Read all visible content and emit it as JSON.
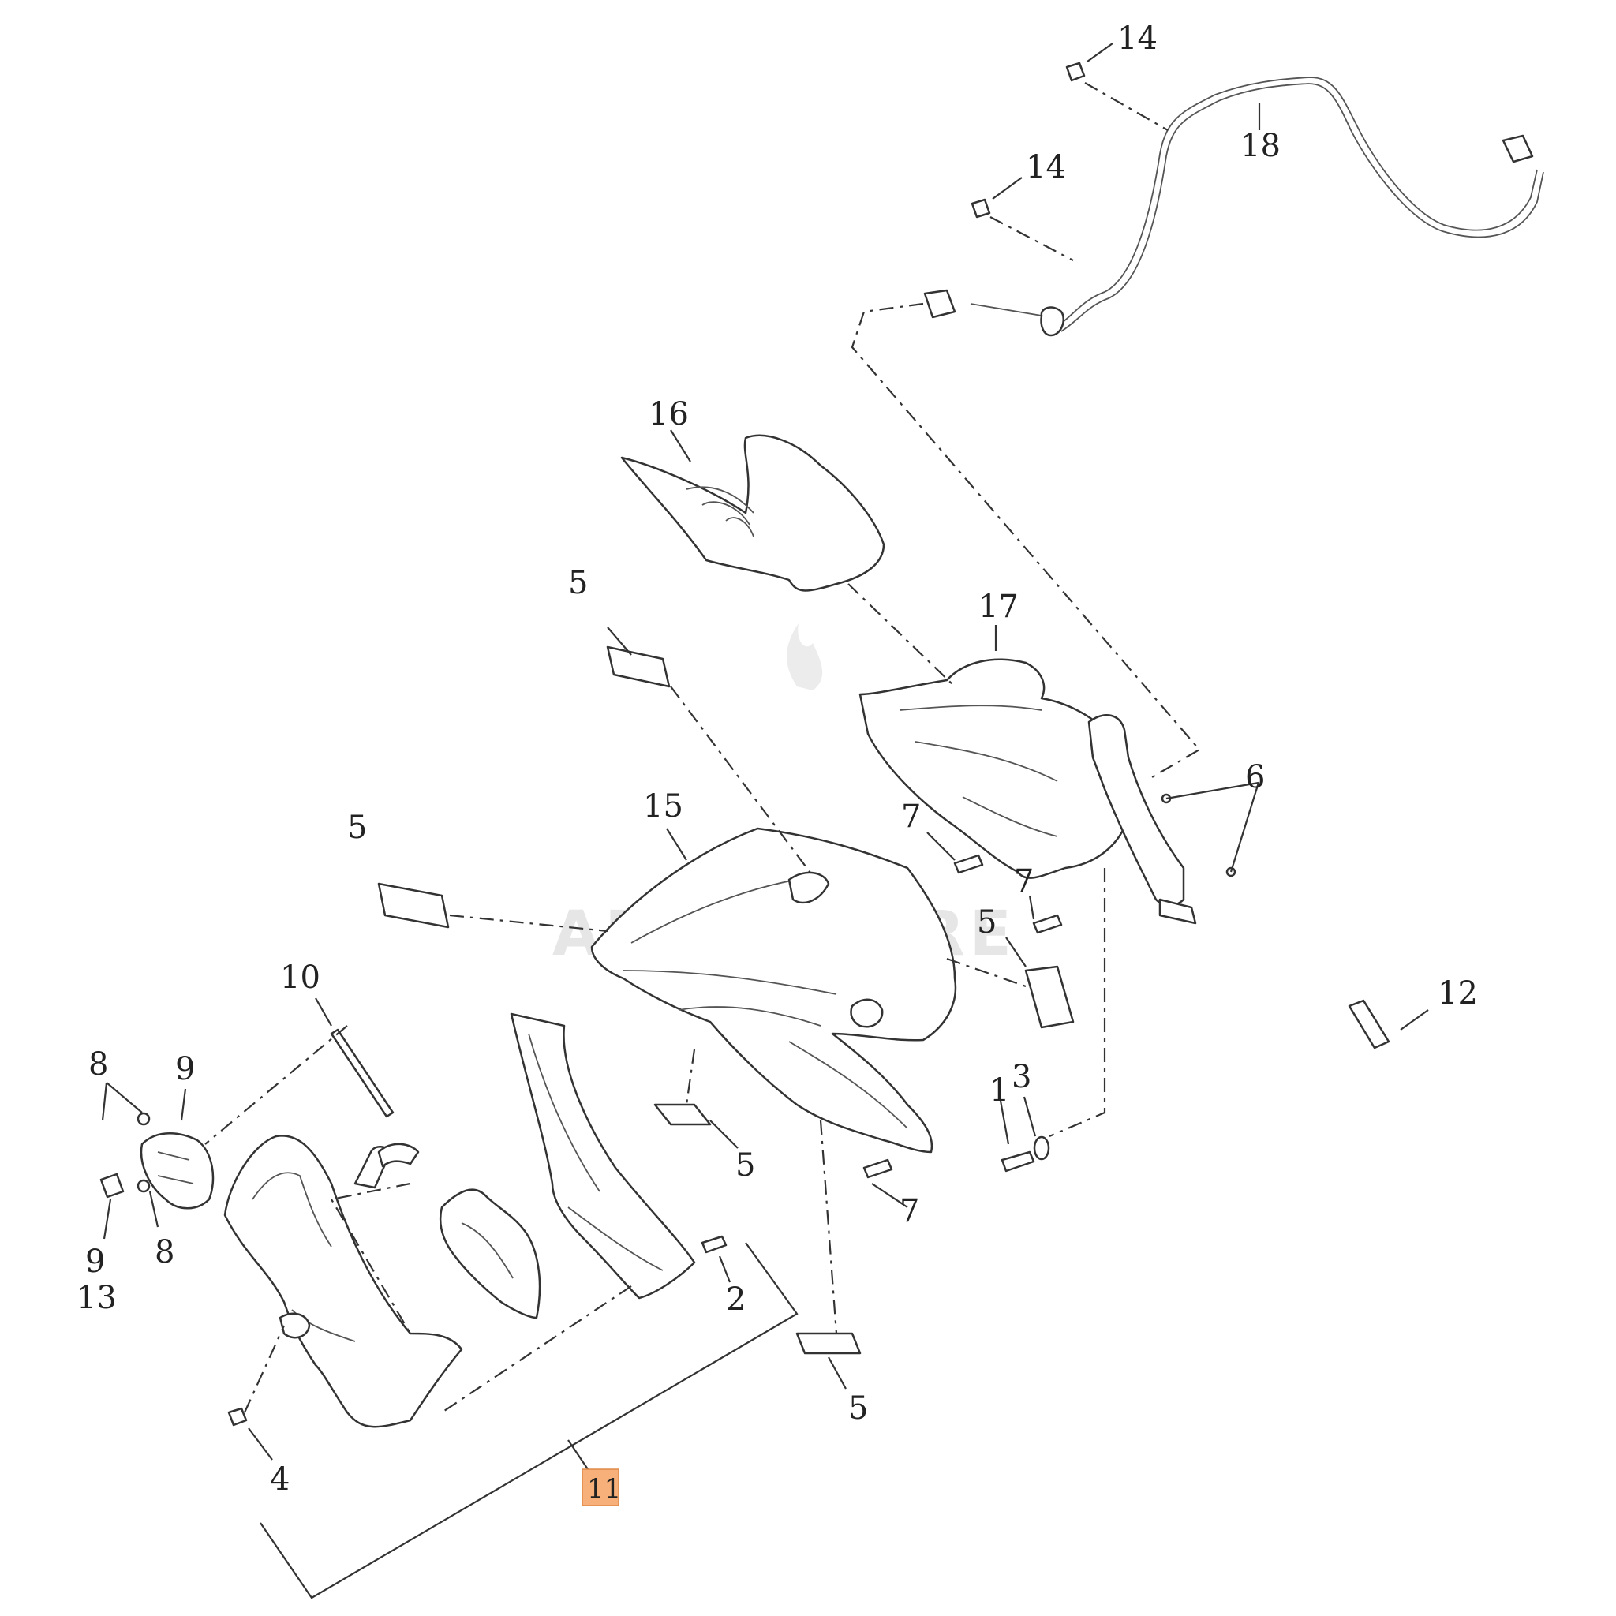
{
  "diagram": {
    "watermark": "ADVENTURE",
    "highlight_color": "#f7b07a",
    "callouts": [
      {
        "id": "c14a",
        "label": "14"
      },
      {
        "id": "c14b",
        "label": "14"
      },
      {
        "id": "c18",
        "label": "18"
      },
      {
        "id": "c16",
        "label": "16"
      },
      {
        "id": "c17",
        "label": "17"
      },
      {
        "id": "c5a",
        "label": "5"
      },
      {
        "id": "c15",
        "label": "15"
      },
      {
        "id": "c5b",
        "label": "5"
      },
      {
        "id": "c6",
        "label": "6"
      },
      {
        "id": "c7a",
        "label": "7"
      },
      {
        "id": "c7b",
        "label": "7"
      },
      {
        "id": "c5c",
        "label": "5"
      },
      {
        "id": "c10",
        "label": "10"
      },
      {
        "id": "c12",
        "label": "12"
      },
      {
        "id": "c8a",
        "label": "8"
      },
      {
        "id": "c9a",
        "label": "9"
      },
      {
        "id": "c1",
        "label": "1"
      },
      {
        "id": "c3",
        "label": "3"
      },
      {
        "id": "c5d",
        "label": "5"
      },
      {
        "id": "c7c",
        "label": "7"
      },
      {
        "id": "c9b",
        "label": "9"
      },
      {
        "id": "c13",
        "label": "13"
      },
      {
        "id": "c8b",
        "label": "8"
      },
      {
        "id": "c2",
        "label": "2"
      },
      {
        "id": "c5e",
        "label": "5"
      },
      {
        "id": "c4",
        "label": "4"
      },
      {
        "id": "c11",
        "label": "11",
        "highlighted": true
      }
    ]
  }
}
